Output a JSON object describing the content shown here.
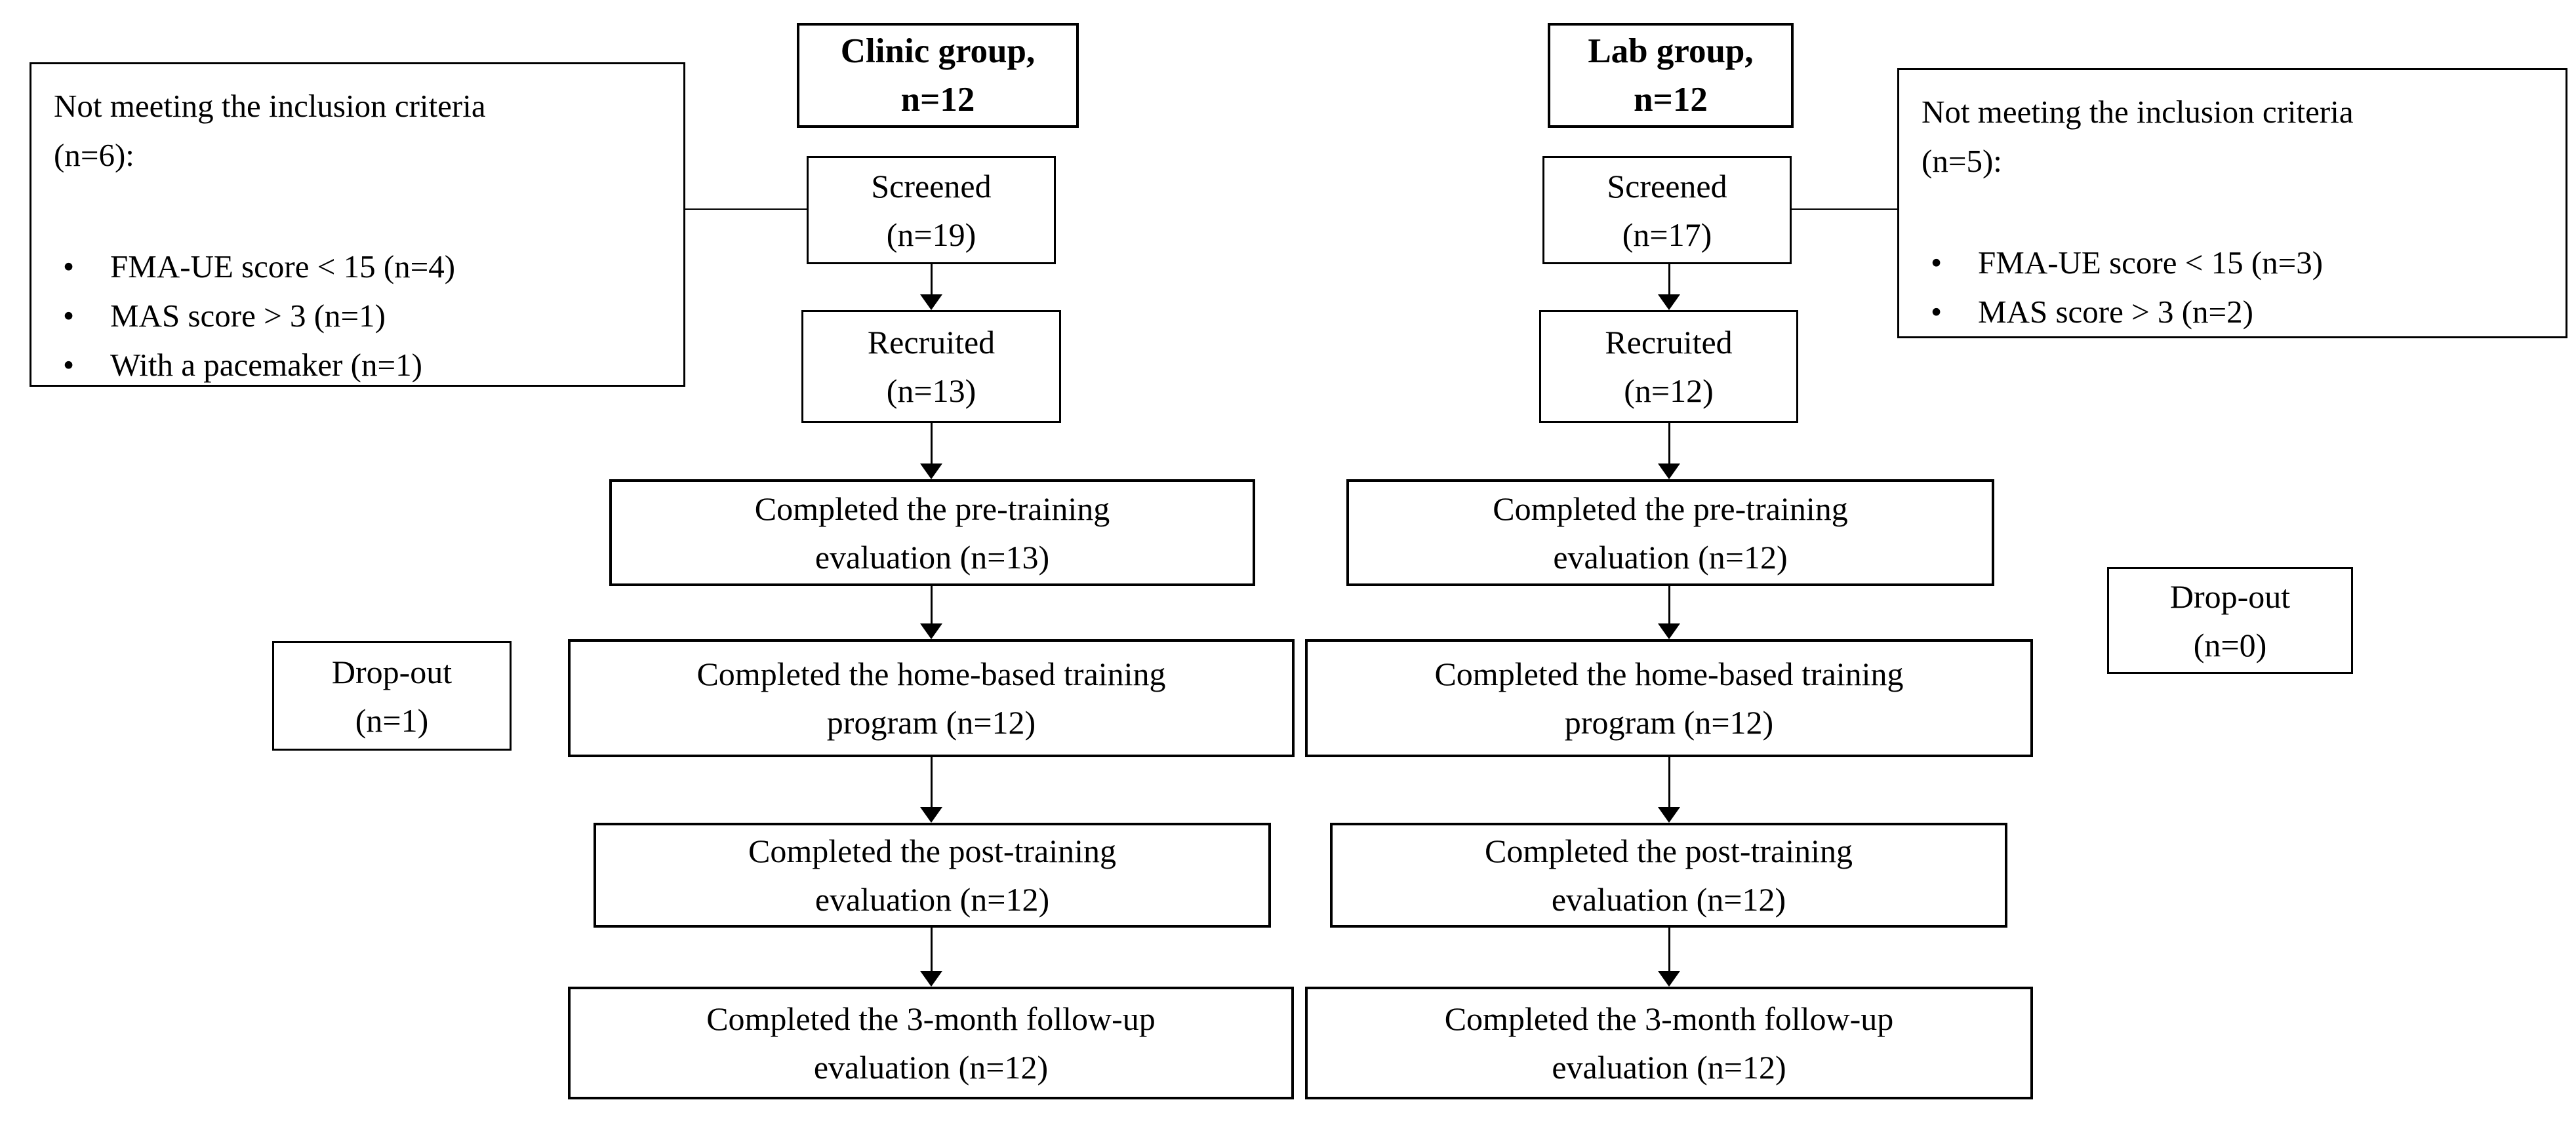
{
  "clinic": {
    "header": {
      "line1": "Clinic group,",
      "line2": "n=12"
    },
    "screened": {
      "line1": "Screened",
      "line2": "(n=19)"
    },
    "recruited": {
      "line1": "Recruited",
      "line2": "(n=13)"
    },
    "pre": {
      "line1": "Completed the pre-training",
      "line2": "evaluation (n=13)"
    },
    "home": {
      "line1": "Completed the home-based training",
      "line2": "program (n=12)"
    },
    "post": {
      "line1": "Completed the post-training",
      "line2": "evaluation (n=12)"
    },
    "followup": {
      "line1": "Completed the 3-month follow-up",
      "line2": "evaluation (n=12)"
    },
    "dropout": {
      "line1": "Drop-out",
      "line2": "(n=1)"
    },
    "exclusion": {
      "title_line1": "Not meeting the inclusion criteria",
      "title_line2": "(n=6):",
      "bullet_char": "•",
      "bullets": [
        "FMA-UE score < 15 (n=4)",
        "MAS score > 3 (n=1)",
        "With a pacemaker (n=1)"
      ]
    }
  },
  "lab": {
    "header": {
      "line1": "Lab group,",
      "line2": "n=12"
    },
    "screened": {
      "line1": "Screened",
      "line2": "(n=17)"
    },
    "recruited": {
      "line1": "Recruited",
      "line2": "(n=12)"
    },
    "pre": {
      "line1": "Completed the pre-training",
      "line2": "evaluation (n=12)"
    },
    "home": {
      "line1": "Completed the home-based training",
      "line2": "program (n=12)"
    },
    "post": {
      "line1": "Completed the post-training",
      "line2": "evaluation (n=12)"
    },
    "followup": {
      "line1": "Completed the 3-month follow-up",
      "line2": "evaluation (n=12)"
    },
    "dropout": {
      "line1": "Drop-out",
      "line2": "(n=0)"
    },
    "exclusion": {
      "title_line1": "Not meeting the inclusion criteria",
      "title_line2": "(n=5):",
      "bullet_char": "•",
      "bullets": [
        "FMA-UE score < 15 (n=3)",
        "MAS score > 3 (n=2)"
      ]
    }
  },
  "colors": {
    "ink": "#000000",
    "background": "#ffffff"
  }
}
